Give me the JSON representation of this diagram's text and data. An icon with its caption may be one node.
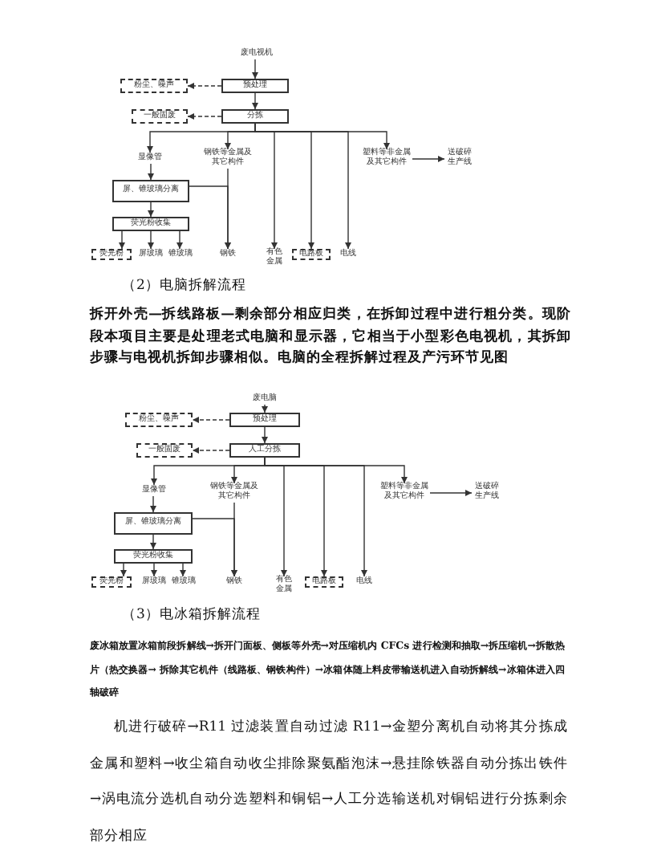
{
  "diagram": {
    "nodes": [
      {
        "text": [
          "废电视机"
        ]
      },
      {
        "text": [
          "预处理"
        ]
      },
      {
        "text": [
          "粉尘、噪声"
        ]
      },
      {
        "text": [
          "分拣"
        ]
      },
      {
        "text": [
          "一般固废"
        ]
      },
      {
        "text": [
          "显像管"
        ]
      },
      {
        "text": [
          "钢铁等金属及其它构件"
        ]
      },
      {
        "text": [
          "塑料等非金属及其它构件"
        ]
      },
      {
        "text": [
          "送破碎生产线"
        ]
      },
      {
        "text": [
          "屏、锥玻璃分离"
        ]
      },
      {
        "text": [
          "荧光粉收集"
        ]
      },
      {
        "text": [
          "荧光粉"
        ]
      },
      {
        "text": [
          "屏玻璃"
        ]
      },
      {
        "text": [
          "锥玻璃"
        ]
      },
      {
        "text": [
          "钢铁"
        ]
      },
      {
        "text": [
          "有色金属"
        ]
      },
      {
        "text": [
          "电路板"
        ]
      },
      {
        "text": [
          "电线"
        ]
      },
      {
        "text": [
          "废电脑"
        ]
      },
      {
        "text": [
          "预处理"
        ]
      },
      {
        "text": [
          "粉尘、噪声"
        ]
      },
      {
        "text": [
          "人工分拣"
        ]
      },
      {
        "text": [
          "一般固废"
        ]
      },
      {
        "text": [
          "显像管"
        ]
      },
      {
        "text": [
          "钢铁等金属及其它构件"
        ]
      },
      {
        "text": [
          "塑料等非金属及其它构件"
        ]
      },
      {
        "text": [
          "送破碎生产线"
        ]
      },
      {
        "text": [
          "屏、锥玻璃分离"
        ]
      },
      {
        "text": [
          "荧光粉收集"
        ]
      },
      {
        "text": [
          "荧光粉"
        ]
      },
      {
        "text": [
          "屏玻璃"
        ]
      },
      {
        "text": [
          "锥玻璃"
        ]
      },
      {
        "text": [
          "钢铁"
        ]
      },
      {
        "text": [
          "有色金属"
        ]
      },
      {
        "text": [
          "电路板"
        ]
      },
      {
        "text": [
          "电线"
        ]
      }
    ],
    "edges": [
      {
        "from": 0,
        "to": 1,
        "arrow": "to"
      },
      {
        "from": 1,
        "to": 2,
        "arrow": "to",
        "style": "dashed"
      },
      {
        "from": 1,
        "to": 3,
        "arrow": "to"
      },
      {
        "from": 3,
        "to": 4,
        "arrow": "to",
        "style": "dashed"
      },
      {
        "from": 3,
        "to": 5,
        "arrow": "to"
      },
      {
        "from": 3,
        "to": 6,
        "arrow": "to"
      },
      {
        "from": 3,
        "to": 15,
        "arrow": "to"
      },
      {
        "from": 3,
        "to": 16,
        "arrow": "to"
      },
      {
        "from": 3,
        "to": 17,
        "arrow": "to"
      },
      {
        "from": 3,
        "to": 7,
        "arrow": "to"
      },
      {
        "from": 7,
        "to": 8,
        "arrow": "to"
      },
      {
        "from": 5,
        "to": 9,
        "arrow": "to"
      },
      {
        "from": 9,
        "to": 10,
        "arrow": "to"
      },
      {
        "from": 9,
        "to": 14,
        "arrow": "to"
      },
      {
        "from": 6,
        "to": 14,
        "arrow": "to"
      },
      {
        "from": 10,
        "to": 11,
        "arrow": "to"
      },
      {
        "from": 10,
        "to": 12,
        "arrow": "to"
      },
      {
        "from": 10,
        "to": 13,
        "arrow": "to"
      },
      {
        "from": 18,
        "to": 19,
        "arrow": "to"
      },
      {
        "from": 19,
        "to": 20,
        "arrow": "to",
        "style": "dashed"
      },
      {
        "from": 19,
        "to": 21,
        "arrow": "to"
      },
      {
        "from": 21,
        "to": 22,
        "arrow": "to",
        "style": "dashed"
      },
      {
        "from": 21,
        "to": 23,
        "arrow": "to"
      },
      {
        "from": 21,
        "to": 24,
        "arrow": "to"
      },
      {
        "from": 21,
        "to": 33,
        "arrow": "to"
      },
      {
        "from": 21,
        "to": 34,
        "arrow": "to"
      },
      {
        "from": 21,
        "to": 35,
        "arrow": "to"
      },
      {
        "from": 21,
        "to": 25,
        "arrow": "to"
      },
      {
        "from": 25,
        "to": 26,
        "arrow": "to"
      },
      {
        "from": 23,
        "to": 27,
        "arrow": "to"
      },
      {
        "from": 27,
        "to": 28,
        "arrow": "to"
      },
      {
        "from": 27,
        "to": 32,
        "arrow": "to"
      },
      {
        "from": 24,
        "to": 32,
        "arrow": "to"
      },
      {
        "from": 28,
        "to": 29,
        "arrow": "to"
      },
      {
        "from": 28,
        "to": 30,
        "arrow": "to"
      },
      {
        "from": 28,
        "to": 31,
        "arrow": "to"
      }
    ],
    "labels": [
      "（2）电脑拆解流程",
      "拆开外壳—拆线路板—剩余部分相应归类，在拆卸过程中进行粗分类。现阶段本项目主要是处理老式电脑和显示器，它相当于小型彩色电视机，其拆卸步骤与电视机拆卸步骤相似。电脑的全程拆解过程及产污环节见图",
      "（3）电冰箱拆解流程",
      "废冰箱放置冰箱前段拆解线→拆开门面板、侧板等外壳→对压缩机内 CFCs 进行检测和抽取→拆压缩机→拆散热片（热交换器→ 拆除其它机件（线路板、钢铁构件）→冰箱体随上料皮带输送机进入自动拆解线→冰箱体进入四轴破碎",
      "机进行破碎→R11 过滤装置自动过滤 R11→金塑分离机自动将其分拣成金属和塑料→收尘箱自动收尘排除聚氨酯泡沫→悬挂除铁器自动分拣出铁件→涡电流分选机自动分选塑料和铜铝→人工分选输送机对铜铝进行分拣剩余部分相应"
    ]
  }
}
